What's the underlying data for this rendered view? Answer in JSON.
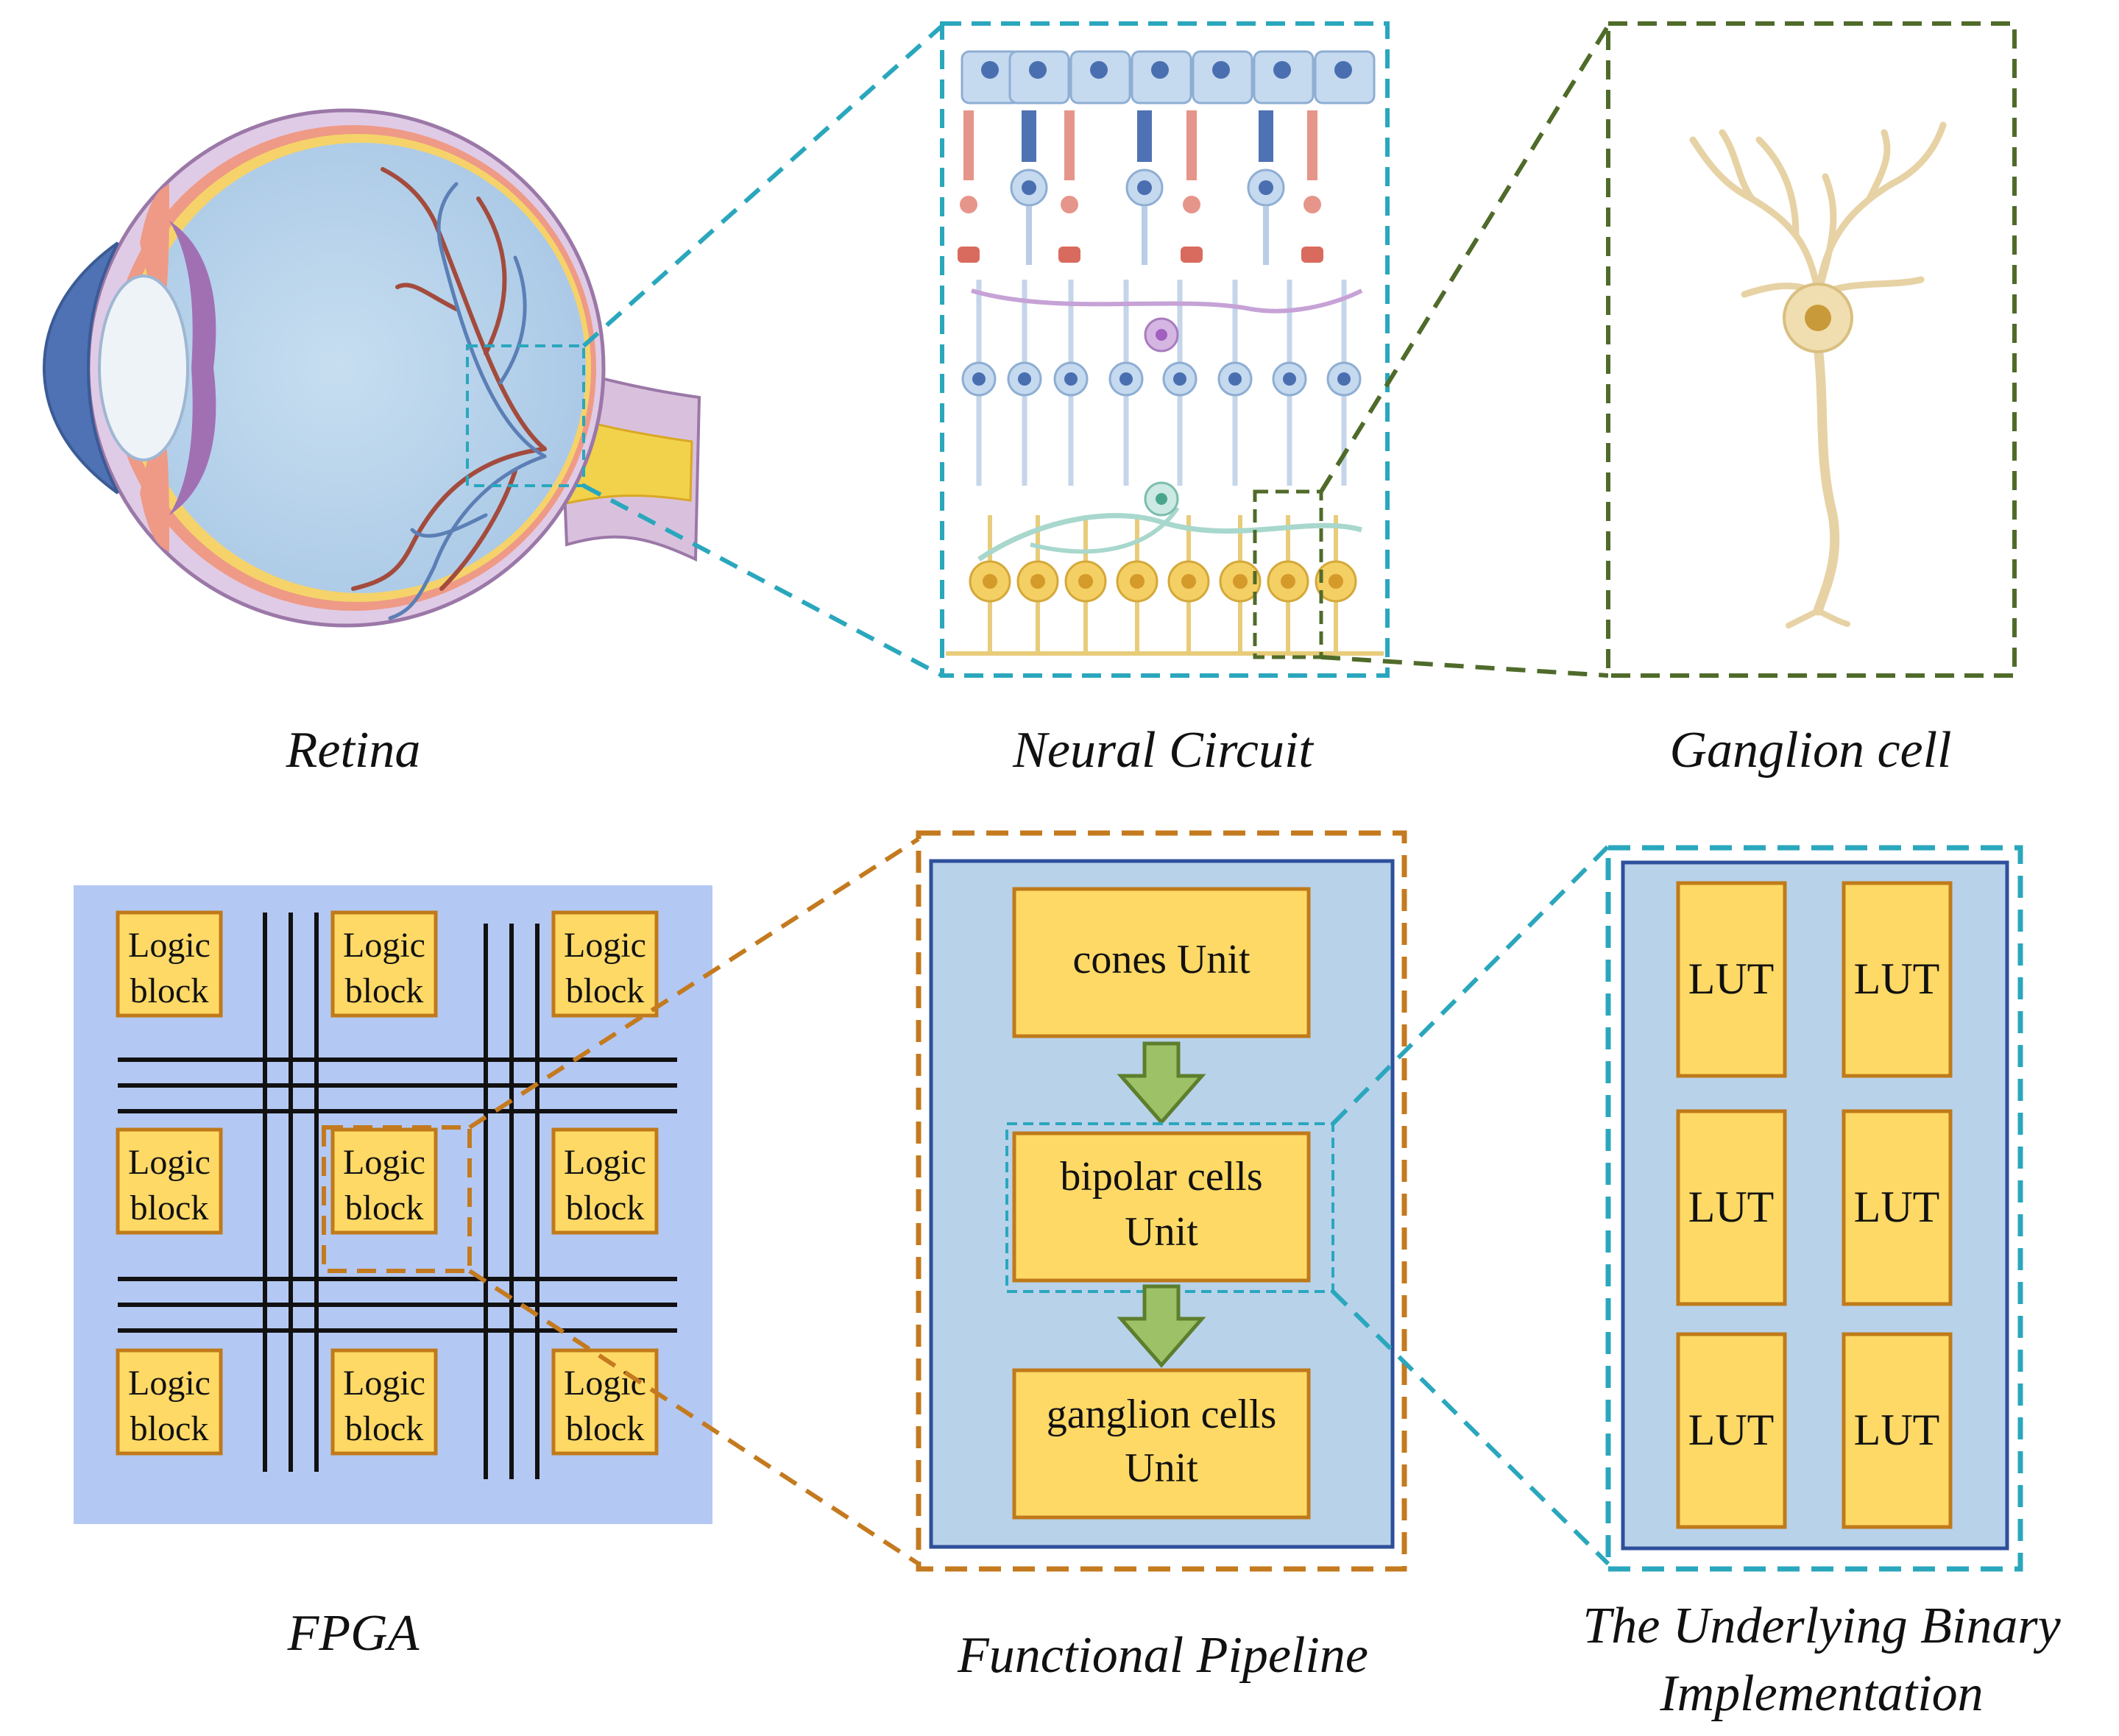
{
  "captions": {
    "retina": "Retina",
    "neural_circuit": "Neural Circuit",
    "ganglion_cell": "Ganglion cell",
    "fpga": "FPGA",
    "pipeline": "Functional Pipeline",
    "binary_line1": "The Underlying Binary",
    "binary_line2": "Implementation"
  },
  "fpga": {
    "block_line1": "Logic",
    "block_line2": "block"
  },
  "pipeline": {
    "cones_unit": "cones Unit",
    "bipolar_line1": "bipolar cells",
    "bipolar_line2": "Unit",
    "ganglion_line1": "ganglion cells",
    "ganglion_line2": "Unit"
  },
  "lut": {
    "label": "LUT"
  },
  "colors": {
    "accent_teal": "#2aa7bd",
    "accent_green": "#4f6b2a",
    "accent_orange": "#c47a1e",
    "block_fill": "#ffd966",
    "block_border": "#c07a1a",
    "panel_blue": "#b8d2ea",
    "panel_border": "#2e4f9b",
    "fpga_bg": "#b4c8f4",
    "arrow_green": "#9cc167"
  }
}
